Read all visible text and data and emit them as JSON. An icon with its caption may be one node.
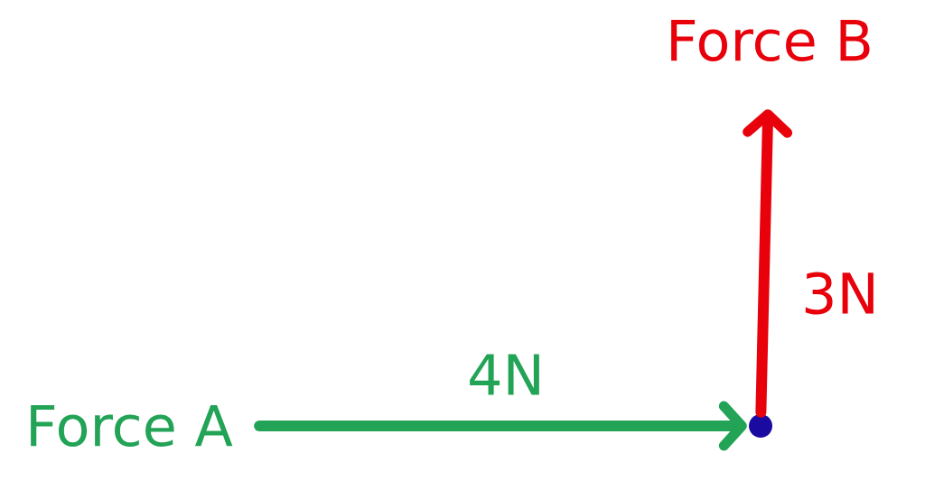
{
  "diagram": {
    "nodes": [
      {
        "text": [
          "Force A"
        ]
      },
      {
        "text": [],
        "shape": "circle"
      },
      {
        "text": [
          "Force B"
        ]
      }
    ],
    "edges": [
      {
        "from": 0,
        "to": 1,
        "arrow": "to",
        "label": "4N",
        "color": "#22a356"
      },
      {
        "from": 1,
        "to": 2,
        "arrow": "to",
        "label": "3N",
        "color": "#e8000b"
      }
    ]
  }
}
